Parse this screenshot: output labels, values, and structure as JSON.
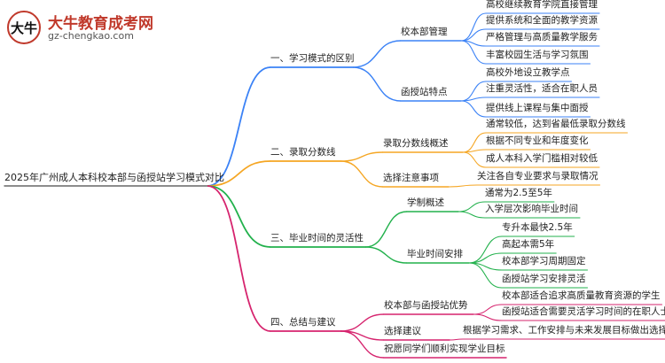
{
  "logo": {
    "mark": "大牛",
    "name": "大牛教育成考网",
    "url": "gz-chengkao.com"
  },
  "root": "2025年广州成人本科校本部与函授站学习模式对比",
  "colors": {
    "b1": "#3b82f6",
    "b2": "#f5a623",
    "b3": "#22b14c",
    "b4": "#d6246e"
  },
  "branches": [
    {
      "label": "一、学习模式的区别",
      "children": [
        {
          "label": "校本部管理",
          "children": [
            "高校继续教育学院直接管理",
            "提供系统和全面的教学资源",
            "严格管理与高质量教学服务",
            "丰富校园生活与学习氛围"
          ]
        },
        {
          "label": "函授站特点",
          "children": [
            "高校外地设立教学点",
            "注重灵活性，适合在职人员",
            "提供线上课程与集中面授"
          ]
        }
      ]
    },
    {
      "label": "二、录取分数线",
      "children": [
        {
          "label": "录取分数线概述",
          "children": [
            "通常较低，达到省最低录取分数线",
            "根据不同专业和年度变化",
            "成人本科入学门槛相对较低"
          ]
        },
        {
          "label": "选择注意事项",
          "children": [
            "关注各自专业要求与录取情况"
          ]
        }
      ]
    },
    {
      "label": "三、毕业时间的灵活性",
      "children": [
        {
          "label": "学制概述",
          "children": [
            "通常为2.5至5年",
            "入学层次影响毕业时间"
          ]
        },
        {
          "label": "毕业时间安排",
          "children": [
            "专升本最快2.5年",
            "高起本需5年",
            "校本部学习周期固定",
            "函授站学习安排灵活"
          ]
        }
      ]
    },
    {
      "label": "四、总结与建议",
      "children": [
        {
          "label": "校本部与函授站优势",
          "children": [
            "校本部适合追求高质量教育资源的学生",
            "函授站适合需要灵活学习时间的在职人士"
          ]
        },
        {
          "label": "选择建议",
          "children": [
            "根据学习需求、工作安排与未来发展目标做出选择"
          ]
        },
        {
          "label": "祝愿同学们顺利实现学业目标",
          "children": []
        }
      ]
    }
  ]
}
